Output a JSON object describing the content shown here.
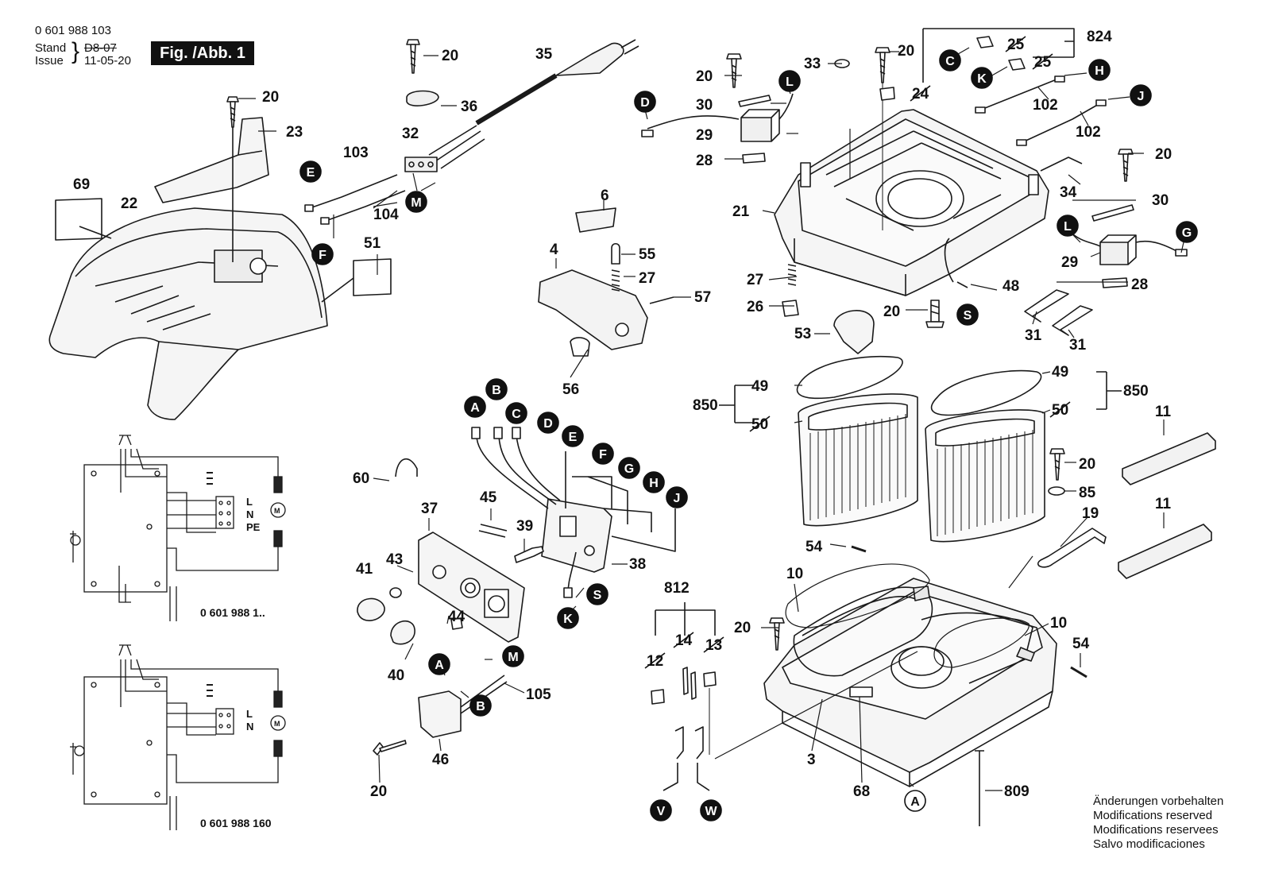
{
  "header": {
    "part_number": "0 601 988 103",
    "stand_label": "Stand",
    "stand_value": "D8-07",
    "issue_label": "Issue",
    "issue_value": "11-05-20",
    "figure_label": "Fig. /Abb. 1"
  },
  "notes": [
    "Änderungen vorbehalten",
    "Modifications reserved",
    "Modifications reservees",
    "Salvo modificaciones"
  ],
  "schematic_labels": {
    "top_variant": "0 601 988 1..",
    "bottom_variant": "0 601 988 160",
    "L": "L",
    "N": "N",
    "PE": "PE",
    "motor": "M"
  },
  "part_labels": [
    {
      "id": "p20a",
      "text": "20"
    },
    {
      "id": "p23",
      "text": "23"
    },
    {
      "id": "p69",
      "text": "69"
    },
    {
      "id": "p22",
      "text": "22"
    },
    {
      "id": "p20b",
      "text": "20"
    },
    {
      "id": "p35",
      "text": "35"
    },
    {
      "id": "p36",
      "text": "36"
    },
    {
      "id": "p32",
      "text": "32"
    },
    {
      "id": "p103",
      "text": "103"
    },
    {
      "id": "p104",
      "text": "104"
    },
    {
      "id": "p51",
      "text": "51"
    },
    {
      "id": "p6",
      "text": "6"
    },
    {
      "id": "p4",
      "text": "4"
    },
    {
      "id": "p55",
      "text": "55"
    },
    {
      "id": "p27a",
      "text": "27"
    },
    {
      "id": "p57",
      "text": "57"
    },
    {
      "id": "p56",
      "text": "56"
    },
    {
      "id": "p20c",
      "text": "20"
    },
    {
      "id": "p30a",
      "text": "30"
    },
    {
      "id": "p29a",
      "text": "29"
    },
    {
      "id": "p28a",
      "text": "28"
    },
    {
      "id": "p33",
      "text": "33"
    },
    {
      "id": "p20d",
      "text": "20"
    },
    {
      "id": "p24",
      "text": "24"
    },
    {
      "id": "p25a",
      "text": "25"
    },
    {
      "id": "p25b",
      "text": "25"
    },
    {
      "id": "p824",
      "text": "824"
    },
    {
      "id": "p102a",
      "text": "102"
    },
    {
      "id": "p102b",
      "text": "102"
    },
    {
      "id": "p20e",
      "text": "20"
    },
    {
      "id": "p30b",
      "text": "30"
    },
    {
      "id": "p34",
      "text": "34"
    },
    {
      "id": "p21",
      "text": "21"
    },
    {
      "id": "p29b",
      "text": "29"
    },
    {
      "id": "p28b",
      "text": "28"
    },
    {
      "id": "p27b",
      "text": "27"
    },
    {
      "id": "p26",
      "text": "26"
    },
    {
      "id": "p20f",
      "text": "20"
    },
    {
      "id": "p48",
      "text": "48"
    },
    {
      "id": "p53",
      "text": "53"
    },
    {
      "id": "p31a",
      "text": "31"
    },
    {
      "id": "p31b",
      "text": "31"
    },
    {
      "id": "p49a",
      "text": "49"
    },
    {
      "id": "p850a",
      "text": "850"
    },
    {
      "id": "p50a",
      "text": "50"
    },
    {
      "id": "p49b",
      "text": "49"
    },
    {
      "id": "p850b",
      "text": "850"
    },
    {
      "id": "p50b",
      "text": "50"
    },
    {
      "id": "p11a",
      "text": "11"
    },
    {
      "id": "p20g",
      "text": "20"
    },
    {
      "id": "p85",
      "text": "85"
    },
    {
      "id": "p19",
      "text": "19"
    },
    {
      "id": "p11b",
      "text": "11"
    },
    {
      "id": "p60",
      "text": "60"
    },
    {
      "id": "p37",
      "text": "37"
    },
    {
      "id": "p45",
      "text": "45"
    },
    {
      "id": "p39",
      "text": "39"
    },
    {
      "id": "p38",
      "text": "38"
    },
    {
      "id": "p41",
      "text": "41"
    },
    {
      "id": "p43",
      "text": "43"
    },
    {
      "id": "p44",
      "text": "44"
    },
    {
      "id": "p40",
      "text": "40"
    },
    {
      "id": "p105",
      "text": "105"
    },
    {
      "id": "p46",
      "text": "46"
    },
    {
      "id": "p20h",
      "text": "20"
    },
    {
      "id": "p812",
      "text": "812"
    },
    {
      "id": "p12",
      "text": "12"
    },
    {
      "id": "p14",
      "text": "14"
    },
    {
      "id": "p13",
      "text": "13"
    },
    {
      "id": "p54a",
      "text": "54"
    },
    {
      "id": "p10a",
      "text": "10"
    },
    {
      "id": "p20i",
      "text": "20"
    },
    {
      "id": "p10b",
      "text": "10"
    },
    {
      "id": "p54b",
      "text": "54"
    },
    {
      "id": "p3",
      "text": "3"
    },
    {
      "id": "p68",
      "text": "68"
    },
    {
      "id": "p809",
      "text": "809"
    }
  ],
  "connector_tags": [
    {
      "id": "tE1",
      "text": "E"
    },
    {
      "id": "tM1",
      "text": "M"
    },
    {
      "id": "tF1",
      "text": "F"
    },
    {
      "id": "tD1",
      "text": "D"
    },
    {
      "id": "tL1",
      "text": "L"
    },
    {
      "id": "tC1",
      "text": "C"
    },
    {
      "id": "tK1",
      "text": "K"
    },
    {
      "id": "tH1",
      "text": "H"
    },
    {
      "id": "tJ1",
      "text": "J"
    },
    {
      "id": "tL2",
      "text": "L"
    },
    {
      "id": "tG1",
      "text": "G"
    },
    {
      "id": "tS1",
      "text": "S"
    },
    {
      "id": "tA1",
      "text": "A"
    },
    {
      "id": "tB1",
      "text": "B"
    },
    {
      "id": "tC2",
      "text": "C"
    },
    {
      "id": "tD2",
      "text": "D"
    },
    {
      "id": "tE2",
      "text": "E"
    },
    {
      "id": "tF2",
      "text": "F"
    },
    {
      "id": "tG2",
      "text": "G"
    },
    {
      "id": "tH2",
      "text": "H"
    },
    {
      "id": "tJ2",
      "text": "J"
    },
    {
      "id": "tS2",
      "text": "S"
    },
    {
      "id": "tK2",
      "text": "K"
    },
    {
      "id": "tA2",
      "text": "A"
    },
    {
      "id": "tM2",
      "text": "M"
    },
    {
      "id": "tB2",
      "text": "B"
    },
    {
      "id": "tV",
      "text": "V"
    },
    {
      "id": "tW",
      "text": "W"
    },
    {
      "id": "tA3",
      "text": "A"
    }
  ]
}
